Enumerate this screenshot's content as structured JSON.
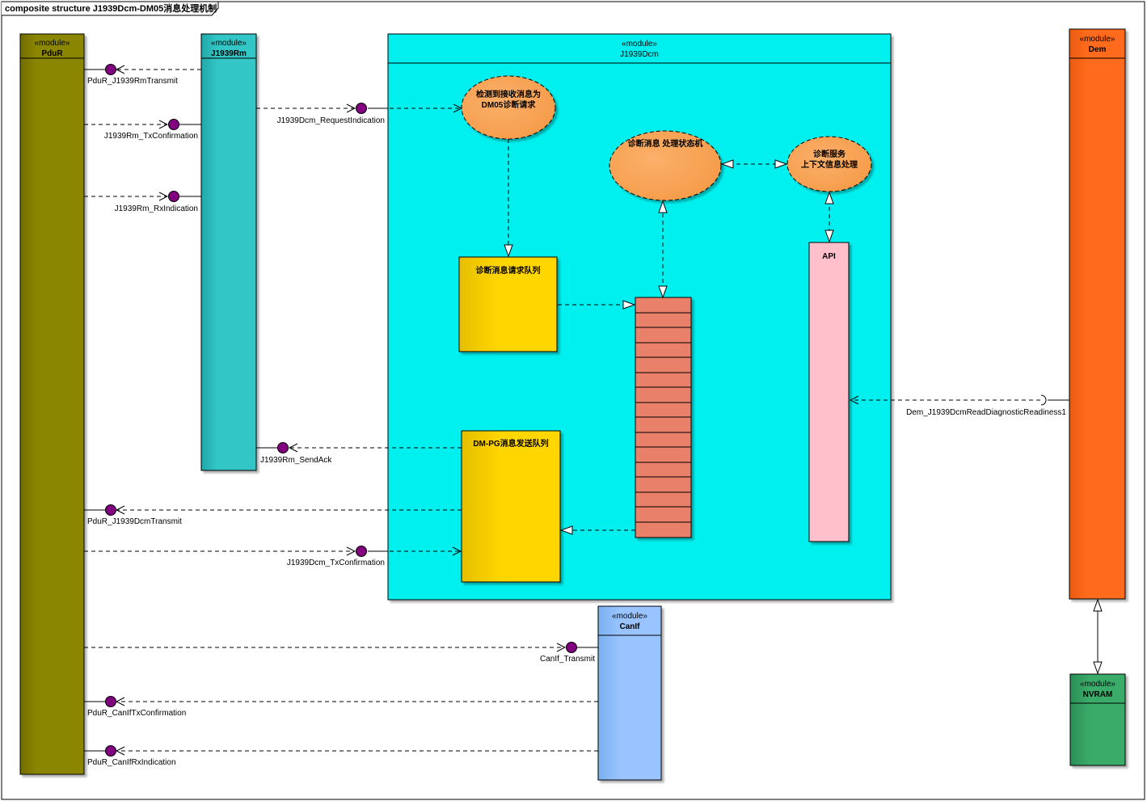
{
  "frame": {
    "title": "composite structure J1939Dcm-DM05消息处理机制"
  },
  "stereotype": "«module»",
  "modules": {
    "pdur": {
      "name": "PduR"
    },
    "j1939rm": {
      "name": "J1939Rm"
    },
    "j1939dcm": {
      "name": "J1939Dcm"
    },
    "dem": {
      "name": "Dem"
    },
    "canif": {
      "name": "CanIf"
    },
    "nvram": {
      "name": "NVRAM"
    }
  },
  "ellipses": {
    "detect": {
      "line1": "检测到接收消息为",
      "line2": "DM05诊断请求"
    },
    "fsm": {
      "line1": "诊断消息 处理状态机"
    },
    "context": {
      "line1": "诊断服务",
      "line2": "上下文信息处理"
    }
  },
  "boxes": {
    "request_queue": "诊断消息请求队列",
    "send_queue": "DM-PG消息发送队列",
    "api": "API"
  },
  "ports": {
    "pdur_j1939rm_transmit": "PduR_J1939RmTransmit",
    "j1939rm_txconfirmation": "J1939Rm_TxConfirmation",
    "j1939rm_rxindication": "J1939Rm_RxIndication",
    "j1939dcm_requestindication": "J1939Dcm_RequestIndication",
    "j1939rm_sendack": "J1939Rm_SendAck",
    "pdur_j1939dcmtransmit": "PduR_J1939DcmTransmit",
    "j1939dcm_txconfirmation": "J1939Dcm_TxConfirmation",
    "canif_transmit": "CanIf_Transmit",
    "pdur_caniftxconfirmation": "PduR_CanIfTxConfirmation",
    "pdur_canifrxindication": "PduR_CanIfRxIndication",
    "dem_readiness": "Dem_J1939DcmReadDiagnosticReadiness1"
  },
  "colors": {
    "pdur": "#8b8600",
    "j1939rm": "#33c6c6",
    "j1939dcm": "#00f0f0",
    "dem": "#ff6a1a",
    "canif": "#99c4ff",
    "nvram": "#3aab6a",
    "ellipse": "#f9a55a",
    "queue": "#ffd600",
    "api": "#ffc0cb",
    "stack": "#e8806b",
    "port": "#800080"
  }
}
